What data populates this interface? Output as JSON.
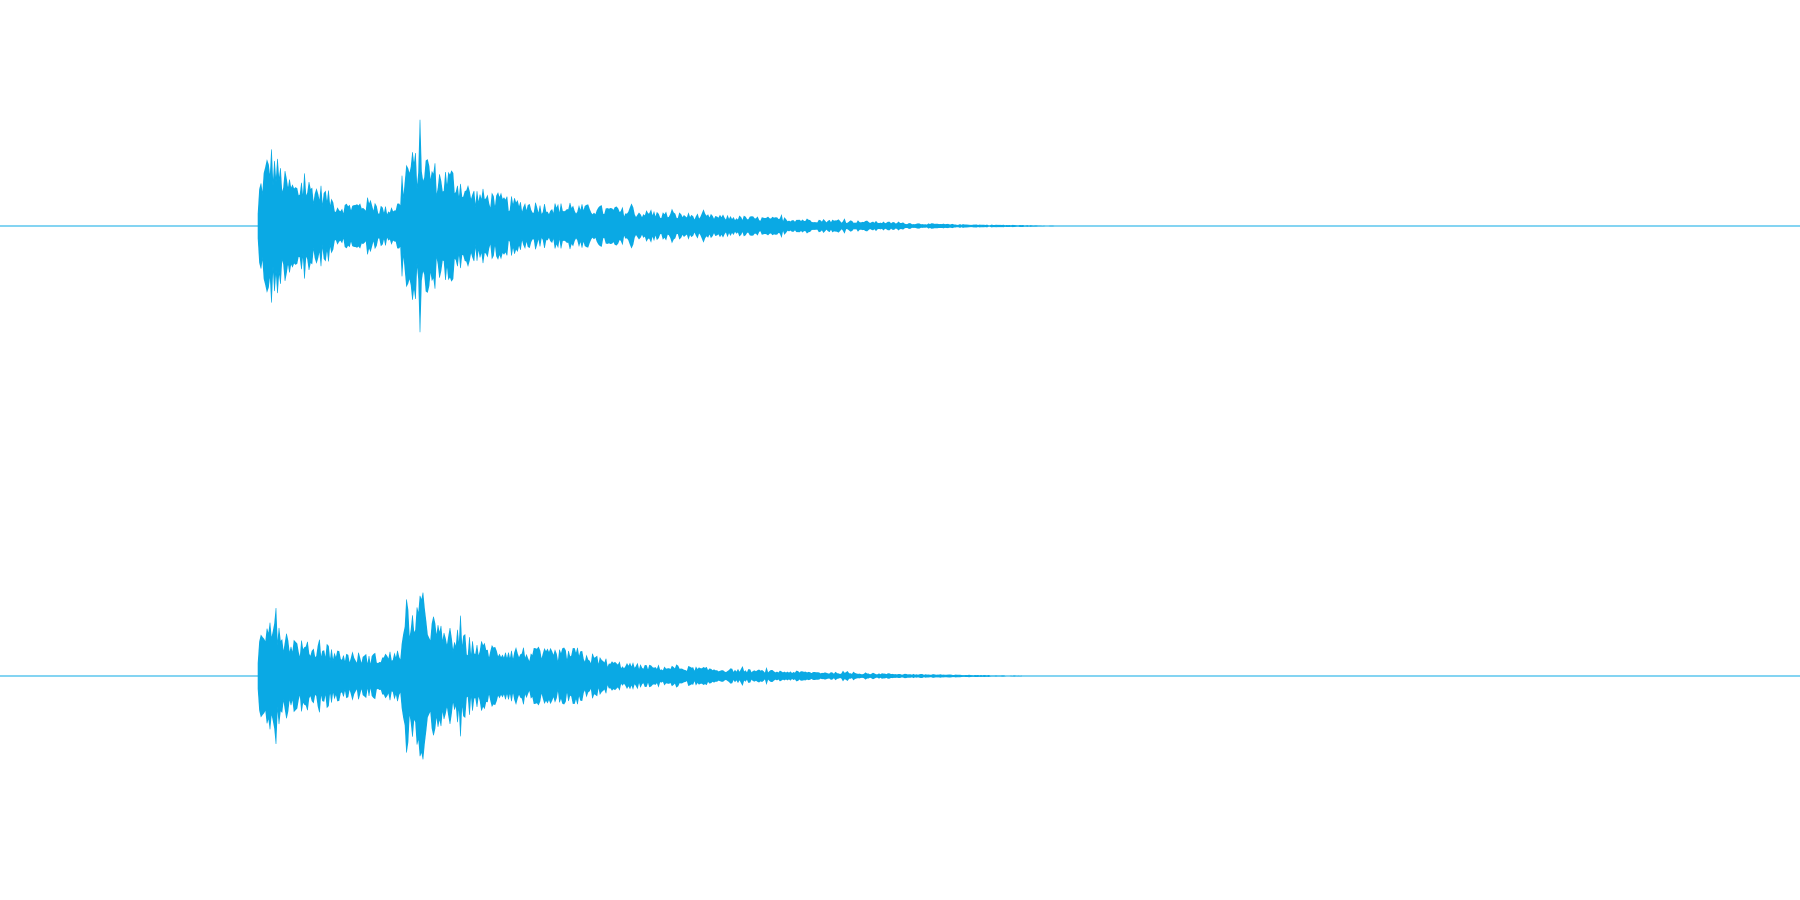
{
  "colors": {
    "waveform": "#0aa9e4",
    "background": "#ffffff"
  },
  "chart_data": {
    "type": "area",
    "title": "",
    "xlabel": "",
    "ylabel": "",
    "xlim": [
      0,
      1
    ],
    "ylim": [
      -1,
      1
    ],
    "grid": false,
    "series": [
      {
        "channel": 1,
        "x": [
          0.0,
          0.143,
          0.144,
          0.15,
          0.158,
          0.165,
          0.172,
          0.18,
          0.188,
          0.196,
          0.205,
          0.214,
          0.222,
          0.226,
          0.235,
          0.244,
          0.252,
          0.262,
          0.272,
          0.285,
          0.3,
          0.32,
          0.34,
          0.36,
          0.38,
          0.4,
          0.43,
          0.46,
          0.49,
          0.51,
          0.53,
          0.55,
          0.57,
          0.59,
          1.0
        ],
        "envelope": [
          0.0,
          0.0,
          0.2,
          0.38,
          0.25,
          0.2,
          0.22,
          0.18,
          0.11,
          0.11,
          0.13,
          0.09,
          0.12,
          0.33,
          0.36,
          0.27,
          0.27,
          0.18,
          0.16,
          0.13,
          0.11,
          0.1,
          0.09,
          0.07,
          0.06,
          0.05,
          0.04,
          0.03,
          0.02,
          0.012,
          0.008,
          0.005,
          0.003,
          0.001,
          0.0
        ]
      },
      {
        "channel": 2,
        "x": [
          0.0,
          0.143,
          0.144,
          0.15,
          0.158,
          0.165,
          0.172,
          0.18,
          0.188,
          0.196,
          0.205,
          0.214,
          0.222,
          0.226,
          0.235,
          0.244,
          0.252,
          0.262,
          0.272,
          0.285,
          0.3,
          0.32,
          0.34,
          0.36,
          0.38,
          0.4,
          0.43,
          0.46,
          0.49,
          0.51,
          0.53,
          0.55,
          0.57,
          0.59,
          1.0
        ],
        "envelope": [
          0.0,
          0.0,
          0.2,
          0.36,
          0.22,
          0.17,
          0.15,
          0.16,
          0.12,
          0.11,
          0.1,
          0.11,
          0.12,
          0.29,
          0.38,
          0.23,
          0.22,
          0.17,
          0.15,
          0.14,
          0.12,
          0.13,
          0.07,
          0.05,
          0.045,
          0.035,
          0.025,
          0.018,
          0.012,
          0.008,
          0.005,
          0.003,
          0.001,
          0.0,
          0.0
        ]
      }
    ]
  }
}
